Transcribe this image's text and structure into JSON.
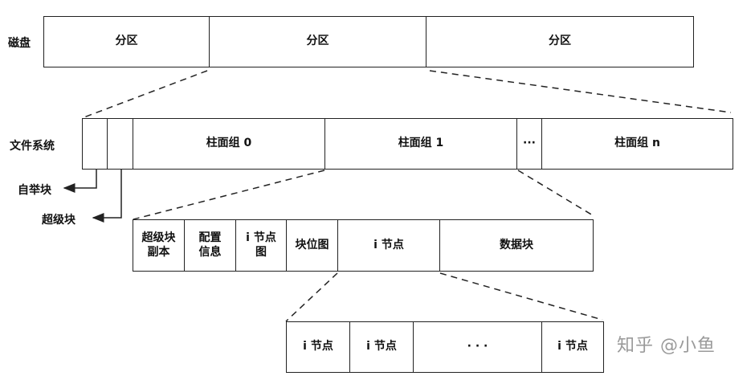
{
  "disk": {
    "label": "磁盘",
    "partitions": [
      "分区",
      "分区",
      "分区"
    ]
  },
  "filesystem": {
    "label": "文件系统",
    "groups": [
      "柱面组 0",
      "柱面组 1",
      "柱面组 n"
    ],
    "ellipsis": "···",
    "boot_block_label": "自举块",
    "super_block_label": "超级块"
  },
  "cylinder_group": {
    "fields": [
      [
        "超级块",
        "副本"
      ],
      [
        "配置",
        "信息"
      ],
      [
        "i 节点",
        "图"
      ],
      [
        "块位图"
      ],
      [
        "i 节点"
      ],
      [
        "数据块"
      ]
    ]
  },
  "inodes": {
    "cells": [
      "i 节点",
      "i 节点",
      "· · ·",
      "i 节点"
    ]
  },
  "watermark": "知乎 @小鱼"
}
